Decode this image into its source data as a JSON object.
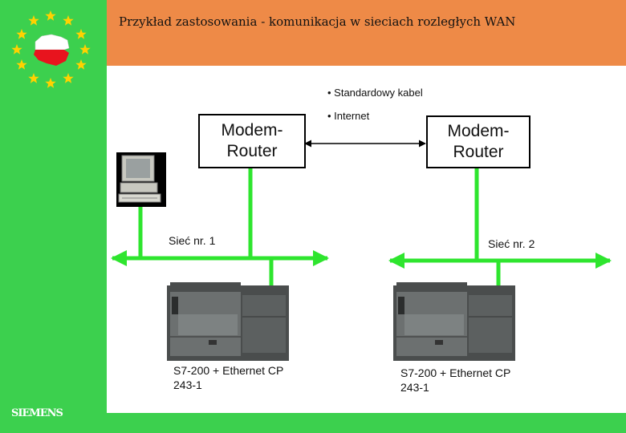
{
  "header": {
    "title": "Przykład zastosowania - komunikacja  w sieciach rozległych WAN"
  },
  "logo": {
    "brand": "SIEMENS"
  },
  "colors": {
    "green": "#3cd04e",
    "orange": "#ee8a47",
    "line_green": "#2ee52e"
  },
  "connection": {
    "bullets": [
      "• Standardowy kabel",
      "• Internet"
    ]
  },
  "left": {
    "router_line1": "Modem-",
    "router_line2": "Router",
    "network": "Sieć nr. 1",
    "plc_line1": "S7-200 + Ethernet CP",
    "plc_line2": "243-1"
  },
  "right": {
    "router_line1": "Modem-",
    "router_line2": "Router",
    "network": "Sieć nr. 2",
    "plc_line1": "S7-200 + Ethernet CP",
    "plc_line2": "243-1"
  }
}
